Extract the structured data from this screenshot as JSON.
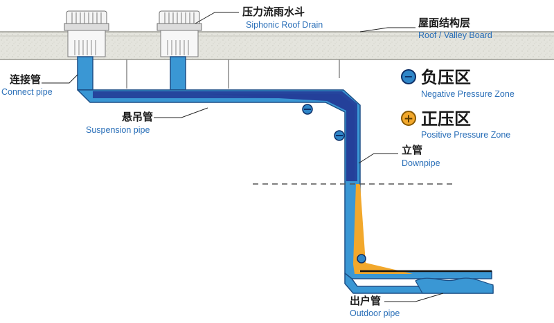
{
  "labels": {
    "siphonic_drain_zh": "压力流雨水斗",
    "siphonic_drain_en": "Siphonic  Roof Drain",
    "roof_zh": "屋面结构层",
    "roof_en": "Roof / Valley Board",
    "connect_zh": "连接管",
    "connect_en": "Connect pipe",
    "suspension_zh": "悬吊管",
    "suspension_en": "Suspension pipe",
    "downpipe_zh": "立管",
    "downpipe_en": "Downpipe",
    "outdoor_zh": "出户管",
    "outdoor_en": "Outdoor pipe"
  },
  "legend": {
    "negative_symbol": "−",
    "negative_zh": "负压区",
    "negative_en": "Negative Pressure Zone",
    "positive_symbol": "+",
    "positive_zh": "正压区",
    "positive_en": "Positive Pressure Zone"
  },
  "colors": {
    "pipe_light": "#3a97d4",
    "negative_zone": "#24409a",
    "positive_zone": "#f2a82c",
    "roof": "#e3e3dc",
    "label_en": "#2a6fb8"
  }
}
